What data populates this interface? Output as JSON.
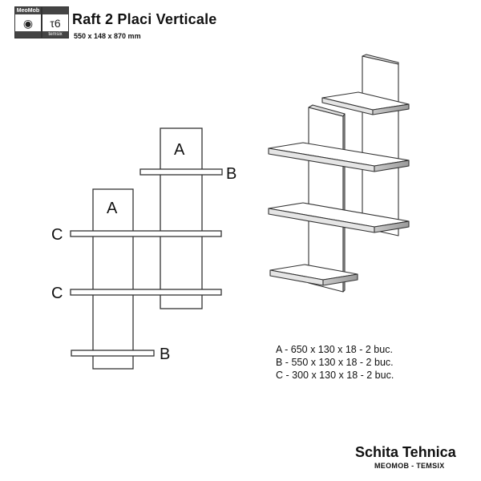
{
  "header": {
    "title": "Raft 2 Placi Verticale",
    "dimensions": "550 x 148 x 870 mm",
    "logos": [
      {
        "name": "MeoMob",
        "icon": "spiral-icon"
      },
      {
        "name": "temsix",
        "mark": "τ6",
        "icon": "t6-icon"
      }
    ]
  },
  "diagram": {
    "labels": {
      "panel_a_right": "A",
      "panel_a_left": "A",
      "shelf_b_top": "B",
      "shelf_c_upper": "C",
      "shelf_c_lower": "C",
      "shelf_b_bottom": "B"
    }
  },
  "specs": [
    "A - 650 x 130 x 18 - 2 buc.",
    "B - 550 x 130 x 18 - 2 buc.",
    "C - 300 x 130 x 18 - 2 buc."
  ],
  "footer": {
    "title": "Schita Tehnica",
    "subtitle": "MEOMOB - TEMSIX"
  }
}
